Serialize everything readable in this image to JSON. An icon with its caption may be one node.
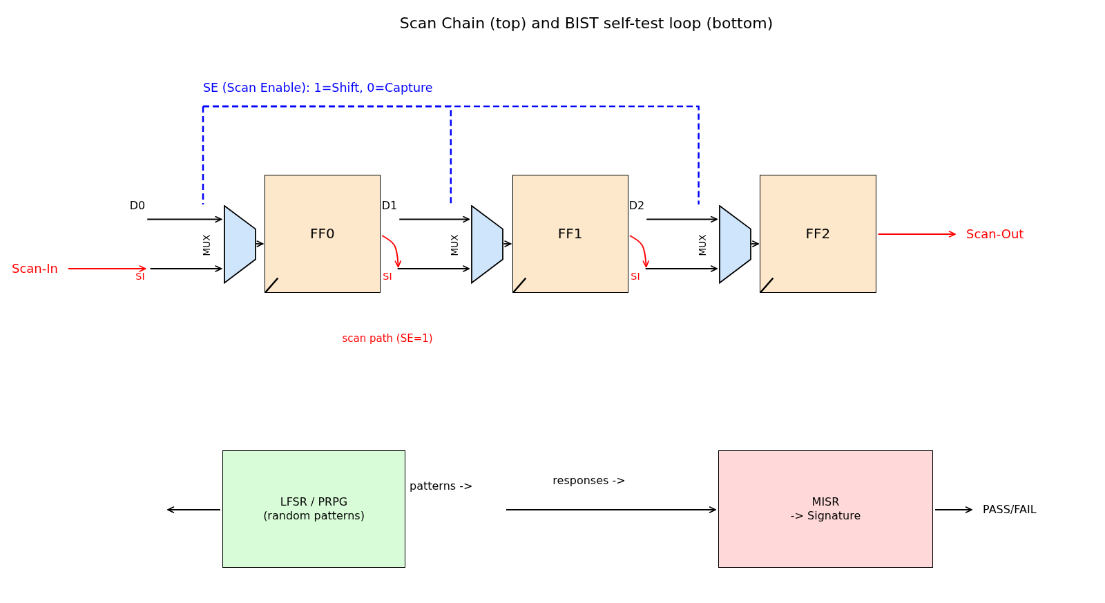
{
  "diagram": {
    "title": "Scan Chain (top) and BIST self-test loop (bottom)",
    "nodes": [
      {
        "text": [
          "SE (Scan Enable): 1=Shift, 0=Capture"
        ]
      },
      {
        "text": [
          "D0"
        ]
      },
      {
        "text": [
          "Scan-In"
        ]
      },
      {
        "text": [
          "SI"
        ]
      },
      {
        "text": [],
        "shape": "trapezoid",
        "beside": [
          "MUX"
        ]
      },
      {
        "text": [
          "FF0"
        ]
      },
      {
        "text": [
          "D1"
        ]
      },
      {
        "text": [
          "SI"
        ]
      },
      {
        "text": [],
        "shape": "trapezoid",
        "beside": [
          "MUX"
        ]
      },
      {
        "text": [
          "FF1"
        ]
      },
      {
        "text": [
          "D2"
        ]
      },
      {
        "text": [
          "SI"
        ]
      },
      {
        "text": [],
        "shape": "trapezoid",
        "beside": [
          "MUX"
        ]
      },
      {
        "text": [
          "FF2"
        ]
      },
      {
        "text": [
          "Scan-Out"
        ]
      },
      {
        "text": [
          "LFSR / PRPG (random patterns)"
        ],
        "beside": [
          "patterns ->"
        ]
      },
      {
        "text": [
          "MISR -> Signature"
        ]
      },
      {
        "text": [
          "PASS/FAIL"
        ]
      }
    ],
    "edges": [
      {
        "from": 0,
        "to": 4,
        "arrow": "none",
        "style": "dashed",
        "color": "#0000ff"
      },
      {
        "from": 0,
        "to": 8,
        "arrow": "none",
        "style": "dashed",
        "color": "#0000ff"
      },
      {
        "from": 0,
        "to": 12,
        "arrow": "none",
        "style": "dashed",
        "color": "#0000ff"
      },
      {
        "from": 2,
        "to": 3,
        "arrow": "to",
        "color": "#ff0000"
      },
      {
        "from": 1,
        "to": 4,
        "arrow": "to"
      },
      {
        "from": 3,
        "to": 4,
        "arrow": "to"
      },
      {
        "from": 4,
        "to": 5,
        "arrow": "to"
      },
      {
        "from": 5,
        "to": 7,
        "arrow": "to",
        "color": "#ff0000"
      },
      {
        "from": 6,
        "to": 8,
        "arrow": "to"
      },
      {
        "from": 7,
        "to": 8,
        "arrow": "to"
      },
      {
        "from": 8,
        "to": 9,
        "arrow": "to"
      },
      {
        "from": 9,
        "to": 11,
        "arrow": "to",
        "color": "#ff0000"
      },
      {
        "from": 10,
        "to": 12,
        "arrow": "to"
      },
      {
        "from": 11,
        "to": 12,
        "arrow": "to"
      },
      {
        "from": 12,
        "to": 13,
        "arrow": "to"
      },
      {
        "from": 13,
        "to": 14,
        "arrow": "to",
        "color": "#ff0000"
      },
      {
        "from": 15,
        "to": null,
        "arrow": "to"
      },
      {
        "from": null,
        "to": 16,
        "arrow": "to",
        "label": "responses ->"
      },
      {
        "from": 16,
        "to": 17,
        "arrow": "to"
      }
    ],
    "labels": [
      "scan path (SE=1)"
    ]
  }
}
